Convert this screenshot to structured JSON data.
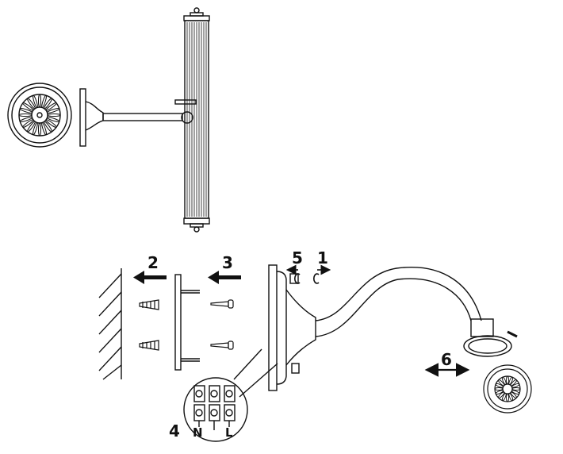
{
  "steps": [
    {
      "id": "1",
      "label": "1"
    },
    {
      "id": "2",
      "label": "2"
    },
    {
      "id": "3",
      "label": "3"
    },
    {
      "id": "4",
      "label": "4"
    },
    {
      "id": "5",
      "label": "5"
    },
    {
      "id": "6",
      "label": "6"
    }
  ],
  "terminal_labels": {
    "neutral": "N",
    "live": "L"
  },
  "colors": {
    "ink": "#111111",
    "paper": "#ffffff"
  }
}
